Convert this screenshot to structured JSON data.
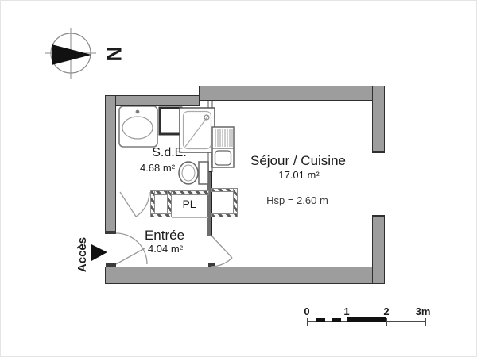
{
  "compass": {
    "letter": "N"
  },
  "access": {
    "label": "Accès"
  },
  "rooms": {
    "sde": {
      "name": "S.d.E.",
      "area": "4.68 m²"
    },
    "sejour": {
      "name": "Séjour / Cuisine",
      "area": "17.01 m²",
      "height_note": "Hsp = 2,60 m"
    },
    "entree": {
      "name": "Entrée",
      "area": "4.04 m²"
    },
    "placard": {
      "label": "PL"
    }
  },
  "scale_bar": {
    "labels": [
      "0",
      "1",
      "2",
      "3m"
    ]
  },
  "colors": {
    "wall_fill": "#9d9d9d",
    "wall_outline": "#2f2f2f",
    "fixture_line": "#8a8a8a",
    "text": "#1c1c1c"
  }
}
